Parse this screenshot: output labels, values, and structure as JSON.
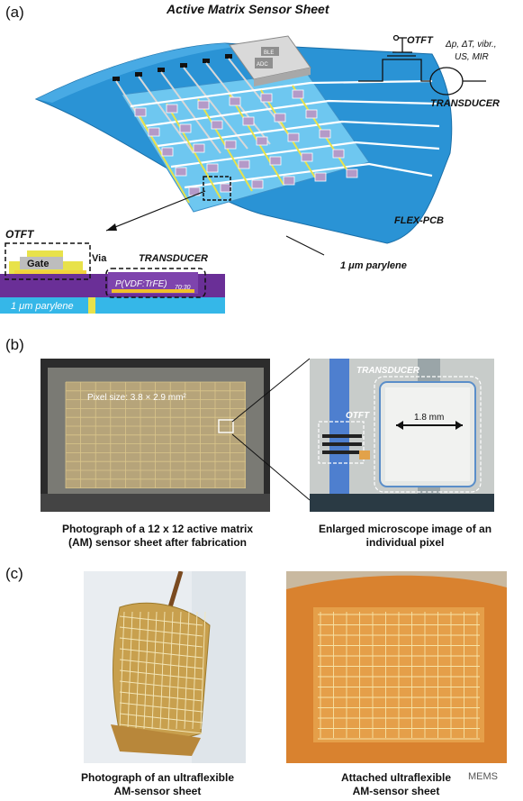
{
  "panels": {
    "a": "(a)",
    "b": "(b)",
    "c": "(c)"
  },
  "panel_a": {
    "title": "Active Matrix Sensor Sheet",
    "otft_label": "OTFT",
    "stimuli_label": "Δp, ΔT, vibr.,\nUS, MIR",
    "stimuli_line1": "Δp, ΔT, vibr.,",
    "stimuli_line2": "US, MIR",
    "transducer_label": "TRANSDUCER",
    "ble_label": "BLE",
    "adc_label": "ADC",
    "flex_pcb_label": "FLEX-PCB",
    "parylene_label": "1 μm parylene",
    "inset_otft_label": "OTFT",
    "inset_gate_label": "Gate",
    "inset_via_label": "Via",
    "inset_transducer_label": "TRANSDUCER",
    "inset_material_label": "P(VDF:TrFE)",
    "inset_material_sub": "70:30",
    "inset_parylene_label": "1 μm parylene"
  },
  "panel_b": {
    "pixel_size_label": "Pixel size: 3.8 × 2.9 mm²",
    "micro_transducer_label": "TRANSDUCER",
    "micro_otft_label": "OTFT",
    "micro_scale_label": "1.8 mm",
    "caption_left_1": "Photograph of a 12 x 12 active matrix",
    "caption_left_2": "(AM) sensor sheet after fabrication",
    "caption_right_1": "Enlarged microscope image of an",
    "caption_right_2": "individual pixel"
  },
  "panel_c": {
    "caption_left_1": "Photograph of an ultraflexible",
    "caption_left_2": "AM-sensor sheet",
    "caption_right_1": "Attached ultraflexible",
    "caption_right_2": "AM-sensor sheet",
    "watermark": "MEMS"
  },
  "colors": {
    "sheet_blue": "#2a93d5",
    "sheet_light": "#56b4ea",
    "trace_yellow": "#e8e24a",
    "parylene_cyan": "#35b7e8",
    "substrate_purple": "#6a2f97",
    "gold": "#caa045"
  }
}
